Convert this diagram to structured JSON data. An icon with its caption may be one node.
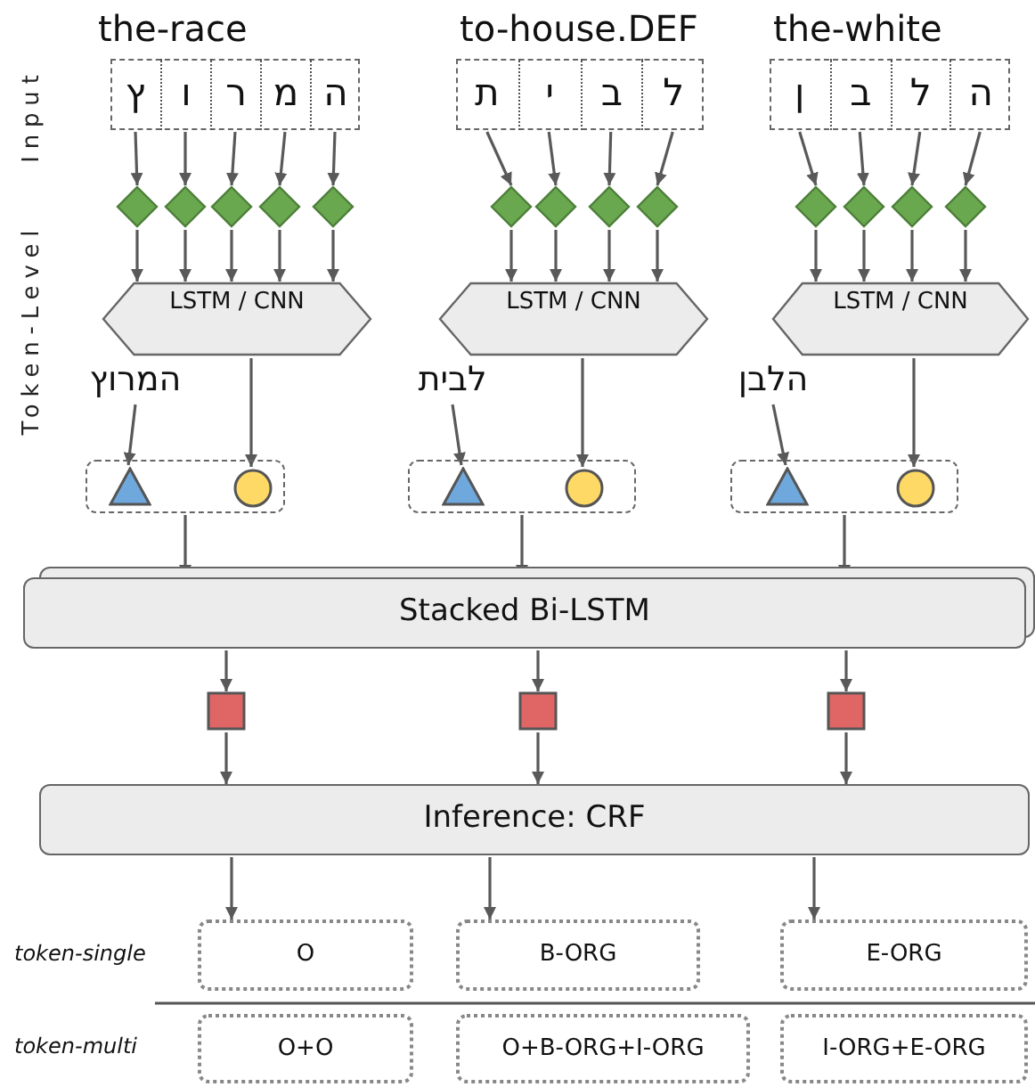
{
  "diagram": {
    "nodes": [
      {
        "text": [
          "the-race"
        ]
      },
      {
        "text": [
          "ץ"
        ],
        "in": 0
      },
      {
        "text": [
          "ו"
        ],
        "in": 0
      },
      {
        "text": [
          "ר"
        ],
        "in": 0
      },
      {
        "text": [
          "מ"
        ],
        "in": 0
      },
      {
        "text": [
          "ה"
        ],
        "in": 0
      },
      {
        "text": [],
        "shape": "diamond"
      },
      {
        "text": [],
        "shape": "diamond"
      },
      {
        "text": [],
        "shape": "diamond"
      },
      {
        "text": [],
        "shape": "diamond"
      },
      {
        "text": [],
        "shape": "diamond"
      },
      {
        "text": [
          "LSTM / CNN"
        ]
      },
      {
        "text": [
          "המרוץ"
        ]
      },
      {
        "text": [],
        "shape": "box"
      },
      {
        "text": [],
        "shape": "triangle",
        "in": 13
      },
      {
        "text": [],
        "shape": "circle",
        "in": 13
      },
      {
        "text": [
          "to-house.DEF"
        ]
      },
      {
        "text": [
          "ת"
        ],
        "in": 16
      },
      {
        "text": [
          "י"
        ],
        "in": 16
      },
      {
        "text": [
          "ב"
        ],
        "in": 16
      },
      {
        "text": [
          "ל"
        ],
        "in": 16
      },
      {
        "text": [],
        "shape": "diamond"
      },
      {
        "text": [],
        "shape": "diamond"
      },
      {
        "text": [],
        "shape": "diamond"
      },
      {
        "text": [],
        "shape": "diamond"
      },
      {
        "text": [
          "LSTM / CNN"
        ]
      },
      {
        "text": [
          "לבית"
        ]
      },
      {
        "text": [],
        "shape": "box"
      },
      {
        "text": [],
        "shape": "triangle",
        "in": 27
      },
      {
        "text": [],
        "shape": "circle",
        "in": 27
      },
      {
        "text": [
          "the-white"
        ]
      },
      {
        "text": [
          "ן"
        ],
        "in": 30
      },
      {
        "text": [
          "ב"
        ],
        "in": 30
      },
      {
        "text": [
          "ל"
        ],
        "in": 30
      },
      {
        "text": [
          "ה"
        ],
        "in": 30
      },
      {
        "text": [],
        "shape": "diamond"
      },
      {
        "text": [],
        "shape": "diamond"
      },
      {
        "text": [],
        "shape": "diamond"
      },
      {
        "text": [],
        "shape": "diamond"
      },
      {
        "text": [
          "LSTM / CNN"
        ]
      },
      {
        "text": [
          "הלבן"
        ]
      },
      {
        "text": [],
        "shape": "box"
      },
      {
        "text": [],
        "shape": "triangle",
        "in": 41
      },
      {
        "text": [],
        "shape": "circle",
        "in": 41
      },
      {
        "text": [
          "Stacked Bi-LSTM"
        ]
      },
      {
        "text": [],
        "shape": "square"
      },
      {
        "text": [],
        "shape": "square"
      },
      {
        "text": [],
        "shape": "square"
      },
      {
        "text": [
          "Inference: CRF"
        ]
      },
      {
        "text": [
          "O"
        ]
      },
      {
        "text": [
          "B-ORG"
        ]
      },
      {
        "text": [
          "E-ORG"
        ]
      },
      {
        "text": [
          "O+O"
        ]
      },
      {
        "text": [
          "O+B-ORG+I-ORG"
        ]
      },
      {
        "text": [
          "I-ORG+E-ORG"
        ]
      }
    ],
    "edges": [
      {
        "from": 1,
        "to": 6,
        "arrow": "to"
      },
      {
        "from": 2,
        "to": 7,
        "arrow": "to"
      },
      {
        "from": 3,
        "to": 8,
        "arrow": "to"
      },
      {
        "from": 4,
        "to": 9,
        "arrow": "to"
      },
      {
        "from": 5,
        "to": 10,
        "arrow": "to"
      },
      {
        "from": 6,
        "to": 11,
        "arrow": "to"
      },
      {
        "from": 7,
        "to": 11,
        "arrow": "to"
      },
      {
        "from": 8,
        "to": 11,
        "arrow": "to"
      },
      {
        "from": 9,
        "to": 11,
        "arrow": "to"
      },
      {
        "from": 10,
        "to": 11,
        "arrow": "to"
      },
      {
        "from": 11,
        "to": 15,
        "arrow": "to"
      },
      {
        "from": 12,
        "to": 14,
        "arrow": "to"
      },
      {
        "from": 13,
        "to": 44,
        "arrow": "to"
      },
      {
        "from": 17,
        "to": 21,
        "arrow": "to"
      },
      {
        "from": 18,
        "to": 22,
        "arrow": "to"
      },
      {
        "from": 19,
        "to": 23,
        "arrow": "to"
      },
      {
        "from": 20,
        "to": 24,
        "arrow": "to"
      },
      {
        "from": 21,
        "to": 25,
        "arrow": "to"
      },
      {
        "from": 22,
        "to": 25,
        "arrow": "to"
      },
      {
        "from": 23,
        "to": 25,
        "arrow": "to"
      },
      {
        "from": 24,
        "to": 25,
        "arrow": "to"
      },
      {
        "from": 25,
        "to": 29,
        "arrow": "to"
      },
      {
        "from": 26,
        "to": 28,
        "arrow": "to"
      },
      {
        "from": 27,
        "to": 44,
        "arrow": "to"
      },
      {
        "from": 31,
        "to": 35,
        "arrow": "to"
      },
      {
        "from": 32,
        "to": 36,
        "arrow": "to"
      },
      {
        "from": 33,
        "to": 37,
        "arrow": "to"
      },
      {
        "from": 34,
        "to": 38,
        "arrow": "to"
      },
      {
        "from": 35,
        "to": 39,
        "arrow": "to"
      },
      {
        "from": 36,
        "to": 39,
        "arrow": "to"
      },
      {
        "from": 37,
        "to": 39,
        "arrow": "to"
      },
      {
        "from": 38,
        "to": 39,
        "arrow": "to"
      },
      {
        "from": 39,
        "to": 43,
        "arrow": "to"
      },
      {
        "from": 40,
        "to": 42,
        "arrow": "to"
      },
      {
        "from": 41,
        "to": 44,
        "arrow": "to"
      },
      {
        "from": 44,
        "to": 45,
        "arrow": "to"
      },
      {
        "from": 44,
        "to": 46,
        "arrow": "to"
      },
      {
        "from": 44,
        "to": 47,
        "arrow": "to"
      },
      {
        "from": 45,
        "to": 48,
        "arrow": "to"
      },
      {
        "from": 46,
        "to": 48,
        "arrow": "to"
      },
      {
        "from": 47,
        "to": 48,
        "arrow": "to"
      },
      {
        "from": 48,
        "to": 49,
        "arrow": "to"
      },
      {
        "from": 48,
        "to": 50,
        "arrow": "to"
      },
      {
        "from": 48,
        "to": 51,
        "arrow": "to"
      }
    ],
    "labels": [
      "Input",
      "Token-Level",
      "token-single",
      "token-multi"
    ]
  }
}
